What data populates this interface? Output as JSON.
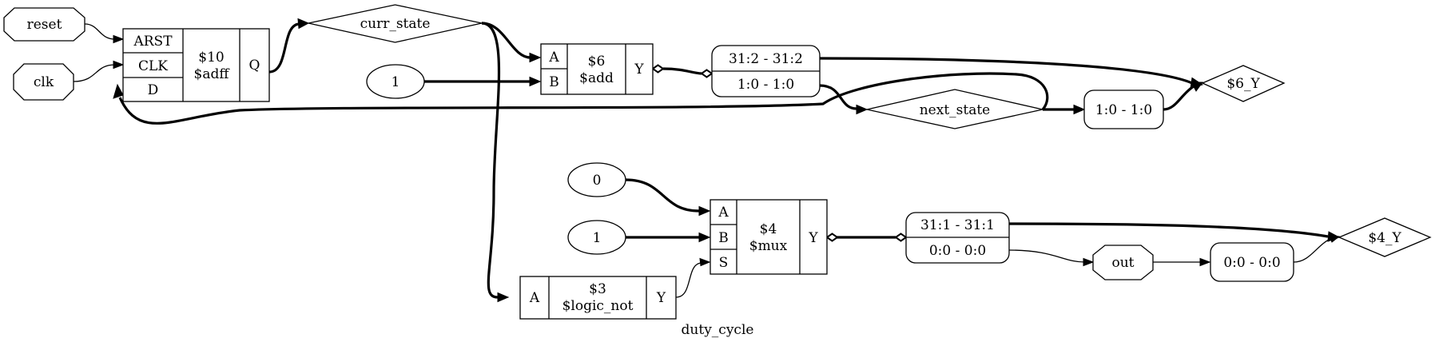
{
  "diagram": {
    "title": "duty_cycle",
    "ports": {
      "reset": "reset",
      "clk": "clk",
      "out": "out"
    },
    "constants": {
      "const_1_add": "1",
      "const_0": "0",
      "const_1_mux": "1"
    },
    "cells": {
      "adff": {
        "id": "$10",
        "type": "$adff",
        "inputs": [
          "ARST",
          "CLK",
          "D"
        ],
        "output": "Q"
      },
      "add": {
        "id": "$6",
        "type": "$add",
        "inputs": [
          "A",
          "B"
        ],
        "output": "Y"
      },
      "mux": {
        "id": "$4",
        "type": "$mux",
        "inputs": [
          "A",
          "B",
          "S"
        ],
        "output": "Y"
      },
      "logic_not": {
        "id": "$3",
        "type": "$logic_not",
        "inputs": [
          "A"
        ],
        "output": "Y"
      }
    },
    "nets": {
      "curr_state": "curr_state",
      "next_state": "next_state",
      "add_y": "$6_Y",
      "mux_y": "$4_Y"
    },
    "splits": {
      "add_split": [
        "31:2 - 31:2",
        "1:0 - 1:0"
      ],
      "next_slice": "1:0 - 1:0",
      "mux_split": [
        "31:1 - 31:1",
        "0:0 - 0:0"
      ],
      "out_slice": "0:0 - 0:0"
    }
  }
}
